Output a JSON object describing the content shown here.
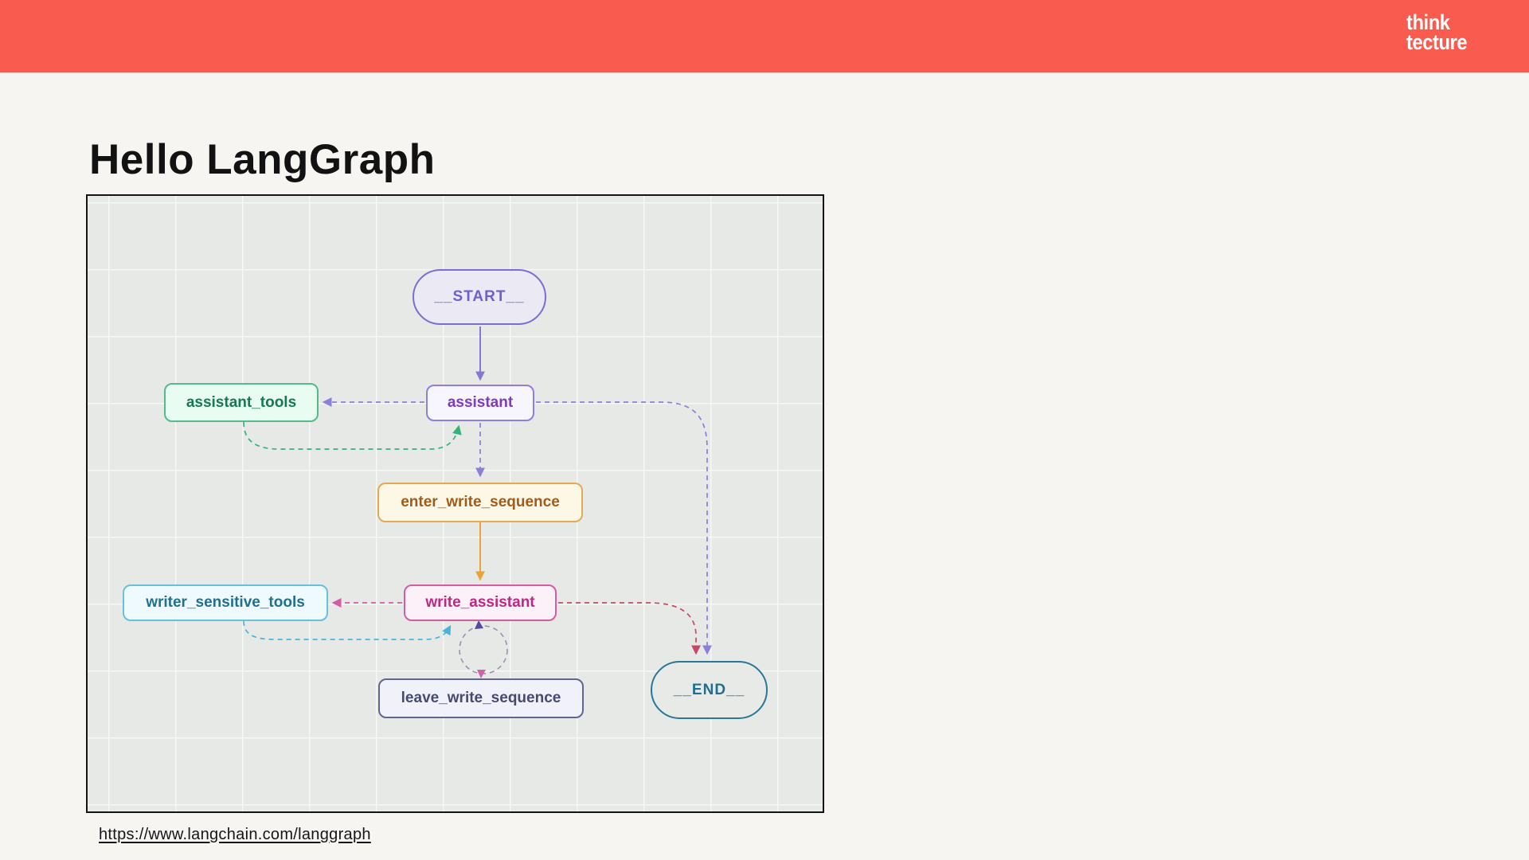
{
  "header": {
    "bar_color": "#f95b4f",
    "logo": {
      "line1": "think",
      "line2": "tecture"
    }
  },
  "slide": {
    "title": "Hello LangGraph",
    "link": "https://www.langchain.com/langgraph"
  },
  "diagram": {
    "background": "#e7e9e7",
    "frame_border": "#141414",
    "nodes": [
      {
        "id": "start",
        "label": "__START__",
        "shape": "stadium",
        "border": "#7c6cd4",
        "fill": "#eae9f4",
        "text": "#6f5fd0"
      },
      {
        "id": "assistant",
        "label": "assistant",
        "shape": "rect",
        "border": "#8d7ee0",
        "fill": "#f7f5fd",
        "text": "#7d3ac2"
      },
      {
        "id": "assistant_tools",
        "label": "assistant_tools",
        "shape": "rect",
        "border": "#52ba8b",
        "fill": "#e9fcf2",
        "text": "#157a50"
      },
      {
        "id": "enter_write_sequence",
        "label": "enter_write_sequence",
        "shape": "rect",
        "border": "#e2aa52",
        "fill": "#fdf8e6",
        "text": "#a05c1c"
      },
      {
        "id": "write_assistant",
        "label": "write_assistant",
        "shape": "rect",
        "border": "#d55ba3",
        "fill": "#fdf1f9",
        "text": "#c02782"
      },
      {
        "id": "writer_sensitive_tools",
        "label": "writer_sensitive_tools",
        "shape": "rect",
        "border": "#68c0da",
        "fill": "#eefafd",
        "text": "#20708e"
      },
      {
        "id": "leave_write_sequence",
        "label": "leave_write_sequence",
        "shape": "rect",
        "border": "#606690",
        "fill": "#f1f1fa",
        "text": "#454b70"
      },
      {
        "id": "end",
        "label": "__END__",
        "shape": "stadium",
        "border": "#2b7796",
        "fill": "#e8eae8",
        "text": "#206e8e"
      }
    ],
    "edges": [
      {
        "from": "__START__",
        "to": "assistant",
        "style": "solid",
        "color": "#8478d6"
      },
      {
        "from": "assistant",
        "to": "assistant_tools",
        "style": "dashed",
        "color": "#8b7fd9"
      },
      {
        "from": "assistant_tools",
        "to": "assistant",
        "style": "dashed",
        "color": "#35b27b"
      },
      {
        "from": "assistant",
        "to": "enter_write_sequence",
        "style": "dashed",
        "color": "#8b7fd9"
      },
      {
        "from": "assistant",
        "to": "__END__",
        "style": "dashed",
        "color": "#8b7fd9"
      },
      {
        "from": "enter_write_sequence",
        "to": "write_assistant",
        "style": "solid",
        "color": "#e8a33d"
      },
      {
        "from": "write_assistant",
        "to": "writer_sensitive_tools",
        "style": "dashed",
        "color": "#d55ba3"
      },
      {
        "from": "writer_sensitive_tools",
        "to": "write_assistant",
        "style": "dashed",
        "color": "#4ab3d6"
      },
      {
        "from": "write_assistant",
        "to": "__END__",
        "style": "dashed",
        "color": "#c54a62"
      },
      {
        "from": "write_assistant",
        "to": "leave_write_sequence",
        "style": "dashed-loop",
        "color": "#9792b2"
      }
    ]
  }
}
